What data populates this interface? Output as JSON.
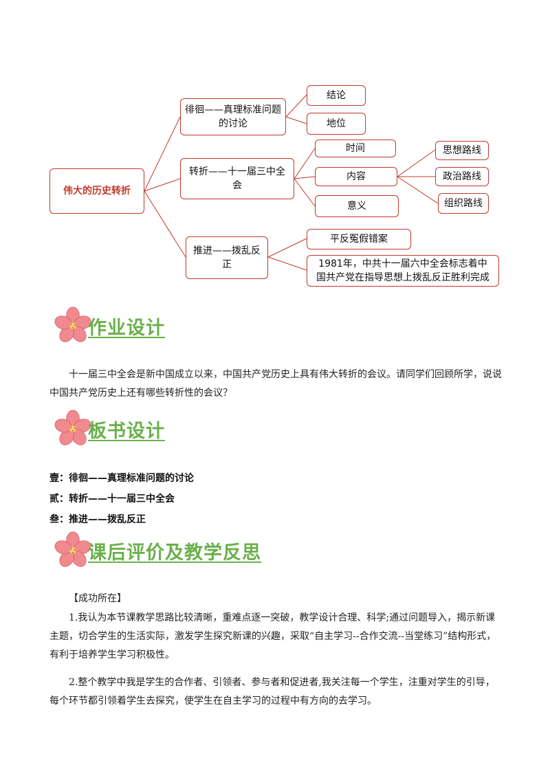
{
  "mindmap": {
    "root": "伟大的历史转折",
    "branch1": "徘徊——真理标准问题的讨论",
    "branch1_children": [
      "结论",
      "地位"
    ],
    "branch2": "转折——十一届三中全会",
    "branch2_children": [
      "时间",
      "内容",
      "意义"
    ],
    "content_children": [
      "思想路线",
      "政治路线",
      "组织路线"
    ],
    "branch3": "推进——拨乱反正",
    "branch3_children": [
      "平反冤假错案",
      "1981年，中共十一届六中全会标志着中国共产党在指导思想上拨乱反正胜利完成"
    ],
    "line_color": "#c0392b"
  },
  "sections": {
    "homework": {
      "title": "作业设计",
      "text": "十一届三中全会是新中国成立以来，中国共产党历史上具有伟大转折的会议。请同学们回顾所学，说说中国共产党历史上还有哪些转折性的会议？"
    },
    "board": {
      "title": "板书设计",
      "items": [
        "壹：徘徊——真理标准问题的讨论",
        "贰：转折——十一届三中全会",
        "叁：推进——拨乱反正"
      ]
    },
    "reflection": {
      "title": "课后评价及教学反思",
      "subhead": "【成功所在】",
      "p1": "1.我认为本节课教学思路比较清晰，重难点逐一突破，教学设计合理、科学;通过问题导入，揭示新课主题，切合学生的生活实际，激发学生探究新课的兴趣，采取“自主学习--合作交流--当堂练习”结构形式，有利于培养学生学习积极性。",
      "p2": "2.整个教学中我是学生的合作者、引领者、参与者和促进者,我关注每一个学生，注重对学生的引导，每个环节都引领着学生去探究，使学生在自主学习的过程中有方向的去学习。"
    }
  },
  "colors": {
    "heading": "#6ab04c",
    "root_text": "#c0392b",
    "flower": "#e8737a"
  },
  "icons": {
    "heading_icon": "flower-icon"
  }
}
